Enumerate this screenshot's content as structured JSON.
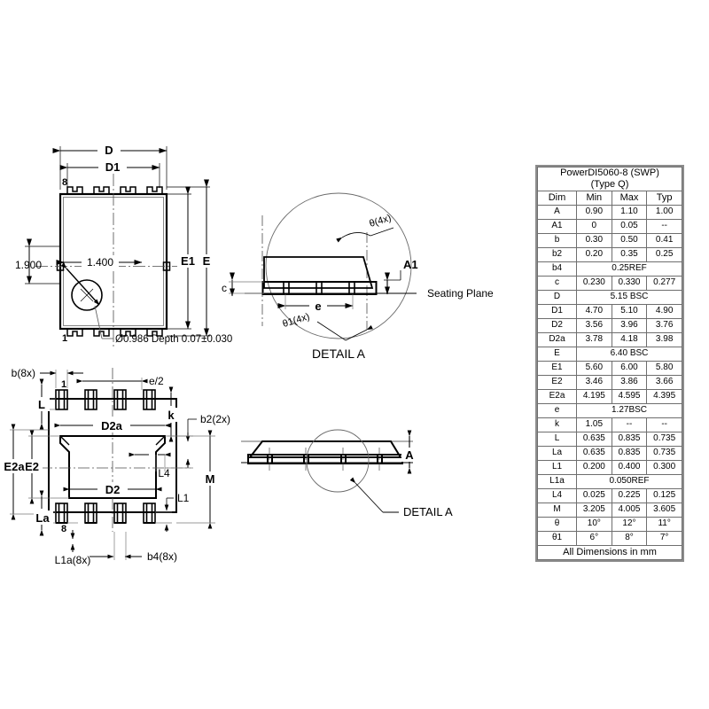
{
  "document": {
    "type": "mechanical-package-outline-drawing",
    "package": "PowerDI5060-8 (SWP) (Type Q)"
  },
  "table": {
    "title_line1": "PowerDI5060-8 (SWP)",
    "title_line2": "(Type Q)",
    "headers": [
      "Dim",
      "Min",
      "Max",
      "Typ"
    ],
    "rows": [
      {
        "dim": "A",
        "min": "0.90",
        "max": "1.10",
        "typ": "1.00",
        "span": null
      },
      {
        "dim": "A1",
        "min": "0",
        "max": "0.05",
        "typ": "--",
        "span": null
      },
      {
        "dim": "b",
        "min": "0.30",
        "max": "0.50",
        "typ": "0.41",
        "span": null
      },
      {
        "dim": "b2",
        "min": "0.20",
        "max": "0.35",
        "typ": "0.25",
        "span": null
      },
      {
        "dim": "b4",
        "min": null,
        "max": null,
        "typ": null,
        "span": "0.25REF"
      },
      {
        "dim": "c",
        "min": "0.230",
        "max": "0.330",
        "typ": "0.277",
        "span": null
      },
      {
        "dim": "D",
        "min": null,
        "max": null,
        "typ": null,
        "span": "5.15 BSC"
      },
      {
        "dim": "D1",
        "min": "4.70",
        "max": "5.10",
        "typ": "4.90",
        "span": null
      },
      {
        "dim": "D2",
        "min": "3.56",
        "max": "3.96",
        "typ": "3.76",
        "span": null
      },
      {
        "dim": "D2a",
        "min": "3.78",
        "max": "4.18",
        "typ": "3.98",
        "span": null
      },
      {
        "dim": "E",
        "min": null,
        "max": null,
        "typ": null,
        "span": "6.40 BSC"
      },
      {
        "dim": "E1",
        "min": "5.60",
        "max": "6.00",
        "typ": "5.80",
        "span": null
      },
      {
        "dim": "E2",
        "min": "3.46",
        "max": "3.86",
        "typ": "3.66",
        "span": null
      },
      {
        "dim": "E2a",
        "min": "4.195",
        "max": "4.595",
        "typ": "4.395",
        "span": null
      },
      {
        "dim": "e",
        "min": null,
        "max": null,
        "typ": null,
        "span": "1.27BSC"
      },
      {
        "dim": "k",
        "min": "1.05",
        "max": "--",
        "typ": "--",
        "span": null
      },
      {
        "dim": "L",
        "min": "0.635",
        "max": "0.835",
        "typ": "0.735",
        "span": null
      },
      {
        "dim": "La",
        "min": "0.635",
        "max": "0.835",
        "typ": "0.735",
        "span": null
      },
      {
        "dim": "L1",
        "min": "0.200",
        "max": "0.400",
        "typ": "0.300",
        "span": null
      },
      {
        "dim": "L1a",
        "min": null,
        "max": null,
        "typ": null,
        "span": "0.050REF"
      },
      {
        "dim": "L4",
        "min": "0.025",
        "max": "0.225",
        "typ": "0.125",
        "span": null
      },
      {
        "dim": "M",
        "min": "3.205",
        "max": "4.005",
        "typ": "3.605",
        "span": null
      },
      {
        "dim": "θ",
        "min": "10°",
        "max": "12°",
        "typ": "11°",
        "span": null
      },
      {
        "dim": "θ1",
        "min": "6°",
        "max": "8°",
        "typ": "7°",
        "span": null
      }
    ],
    "footer": "All Dimensions in mm"
  },
  "top_view": {
    "name": "top-view",
    "labels": {
      "D": "D",
      "D1": "D1",
      "E": "E",
      "E1": "E1",
      "dim_1900": "1.900",
      "dim_1400": "1.400",
      "pin1": "1",
      "pin8": "8",
      "hole_note": "Ø0.986 Depth 0.07±0.030"
    }
  },
  "detail_a_view": {
    "name": "detail-a",
    "caption": "DETAIL A",
    "labels": {
      "c": "c",
      "e": "e",
      "A1": "A1",
      "theta": "θ(4x)",
      "theta1": "θ1(4x)",
      "seating_plane": "Seating Plane"
    }
  },
  "bottom_view": {
    "name": "bottom-view",
    "labels": {
      "b8x": "b(8x)",
      "e_half": "e/2",
      "L": "L",
      "La": "La",
      "E2": "E2",
      "E2a": "E2a",
      "D2": "D2",
      "D2a": "D2a",
      "k": "k",
      "b2_2x": "b2(2x)",
      "L4": "L4",
      "L1": "L1",
      "M": "M",
      "L1a8x": "L1a(8x)",
      "b4_8x": "b4(8x)",
      "pin1": "1",
      "pin8": "8"
    }
  },
  "side_view": {
    "name": "side-view",
    "labels": {
      "A": "A",
      "detail_callout": "DETAIL A"
    }
  },
  "colors": {
    "line": "#000000",
    "thin_line": "#3a3a3a",
    "center_line": "#4d4d4d",
    "table_border": "#6e6e6e",
    "table_outer": "#8c8c8c",
    "background": "#ffffff"
  }
}
